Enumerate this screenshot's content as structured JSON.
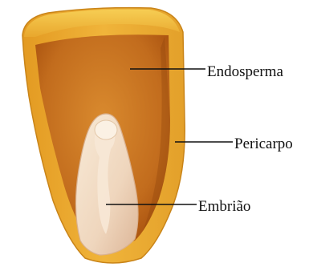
{
  "labels": {
    "endosperma": "Endosperma",
    "pericarpo": "Pericarpo",
    "embriao": "Embrião"
  },
  "colors": {
    "pericarp_outer": "#e8a42a",
    "pericarp_highlight": "#f6c94a",
    "endosperm_dark": "#b65d16",
    "endosperm_light": "#d98a2e",
    "embryo": "#f3ddc4",
    "embryo_shadow": "#dcb9a0",
    "pointer_line": "#111111"
  }
}
